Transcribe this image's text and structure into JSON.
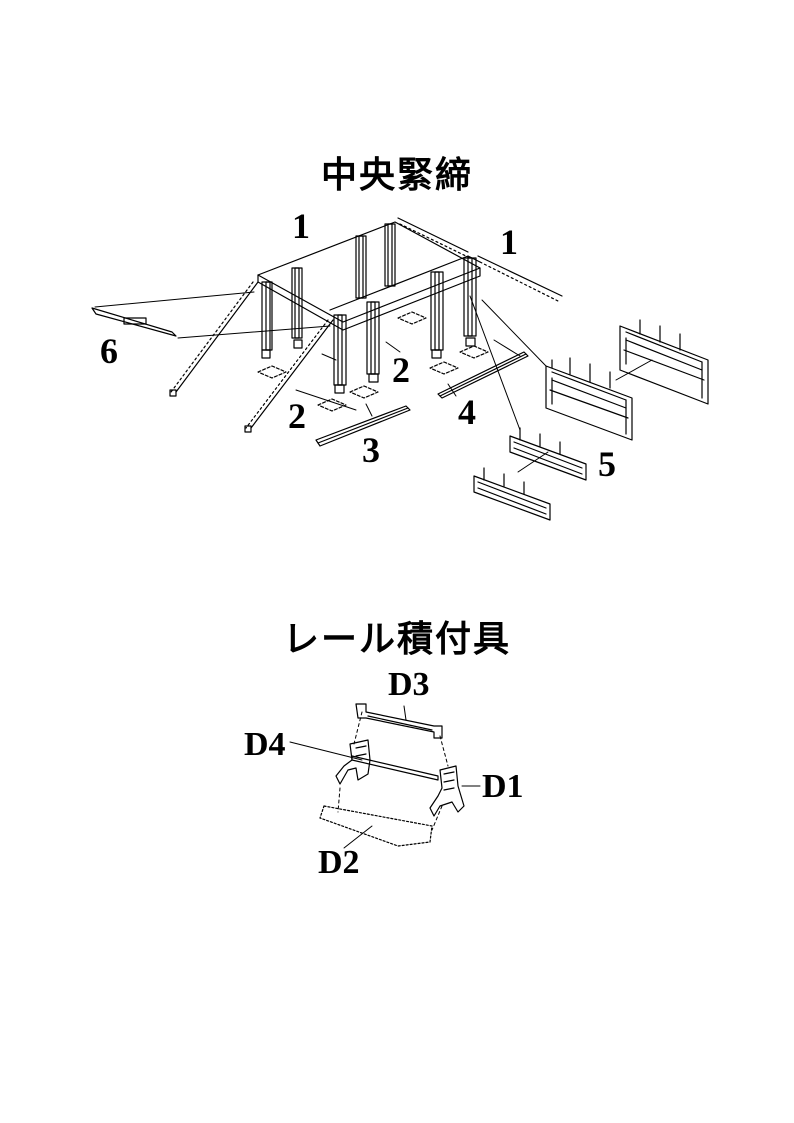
{
  "sections": [
    {
      "heading": "中央緊締",
      "labels": [
        "1",
        "1",
        "6",
        "2",
        "2",
        "3",
        "4",
        "5"
      ]
    },
    {
      "heading": "レール積付具",
      "labels": [
        "D3",
        "D4",
        "D1",
        "D2"
      ]
    }
  ]
}
